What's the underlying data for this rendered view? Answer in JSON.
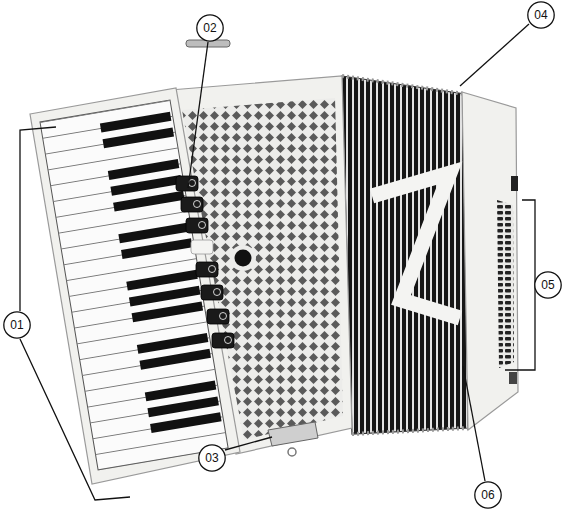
{
  "diagram": {
    "nodes": [
      {
        "text": [
          "02"
        ]
      },
      {
        "text": [
          "04"
        ]
      },
      {
        "text": [
          "05"
        ]
      },
      {
        "text": [
          "01"
        ]
      },
      {
        "text": [
          "03"
        ]
      },
      {
        "text": [
          "06"
        ]
      }
    ]
  }
}
